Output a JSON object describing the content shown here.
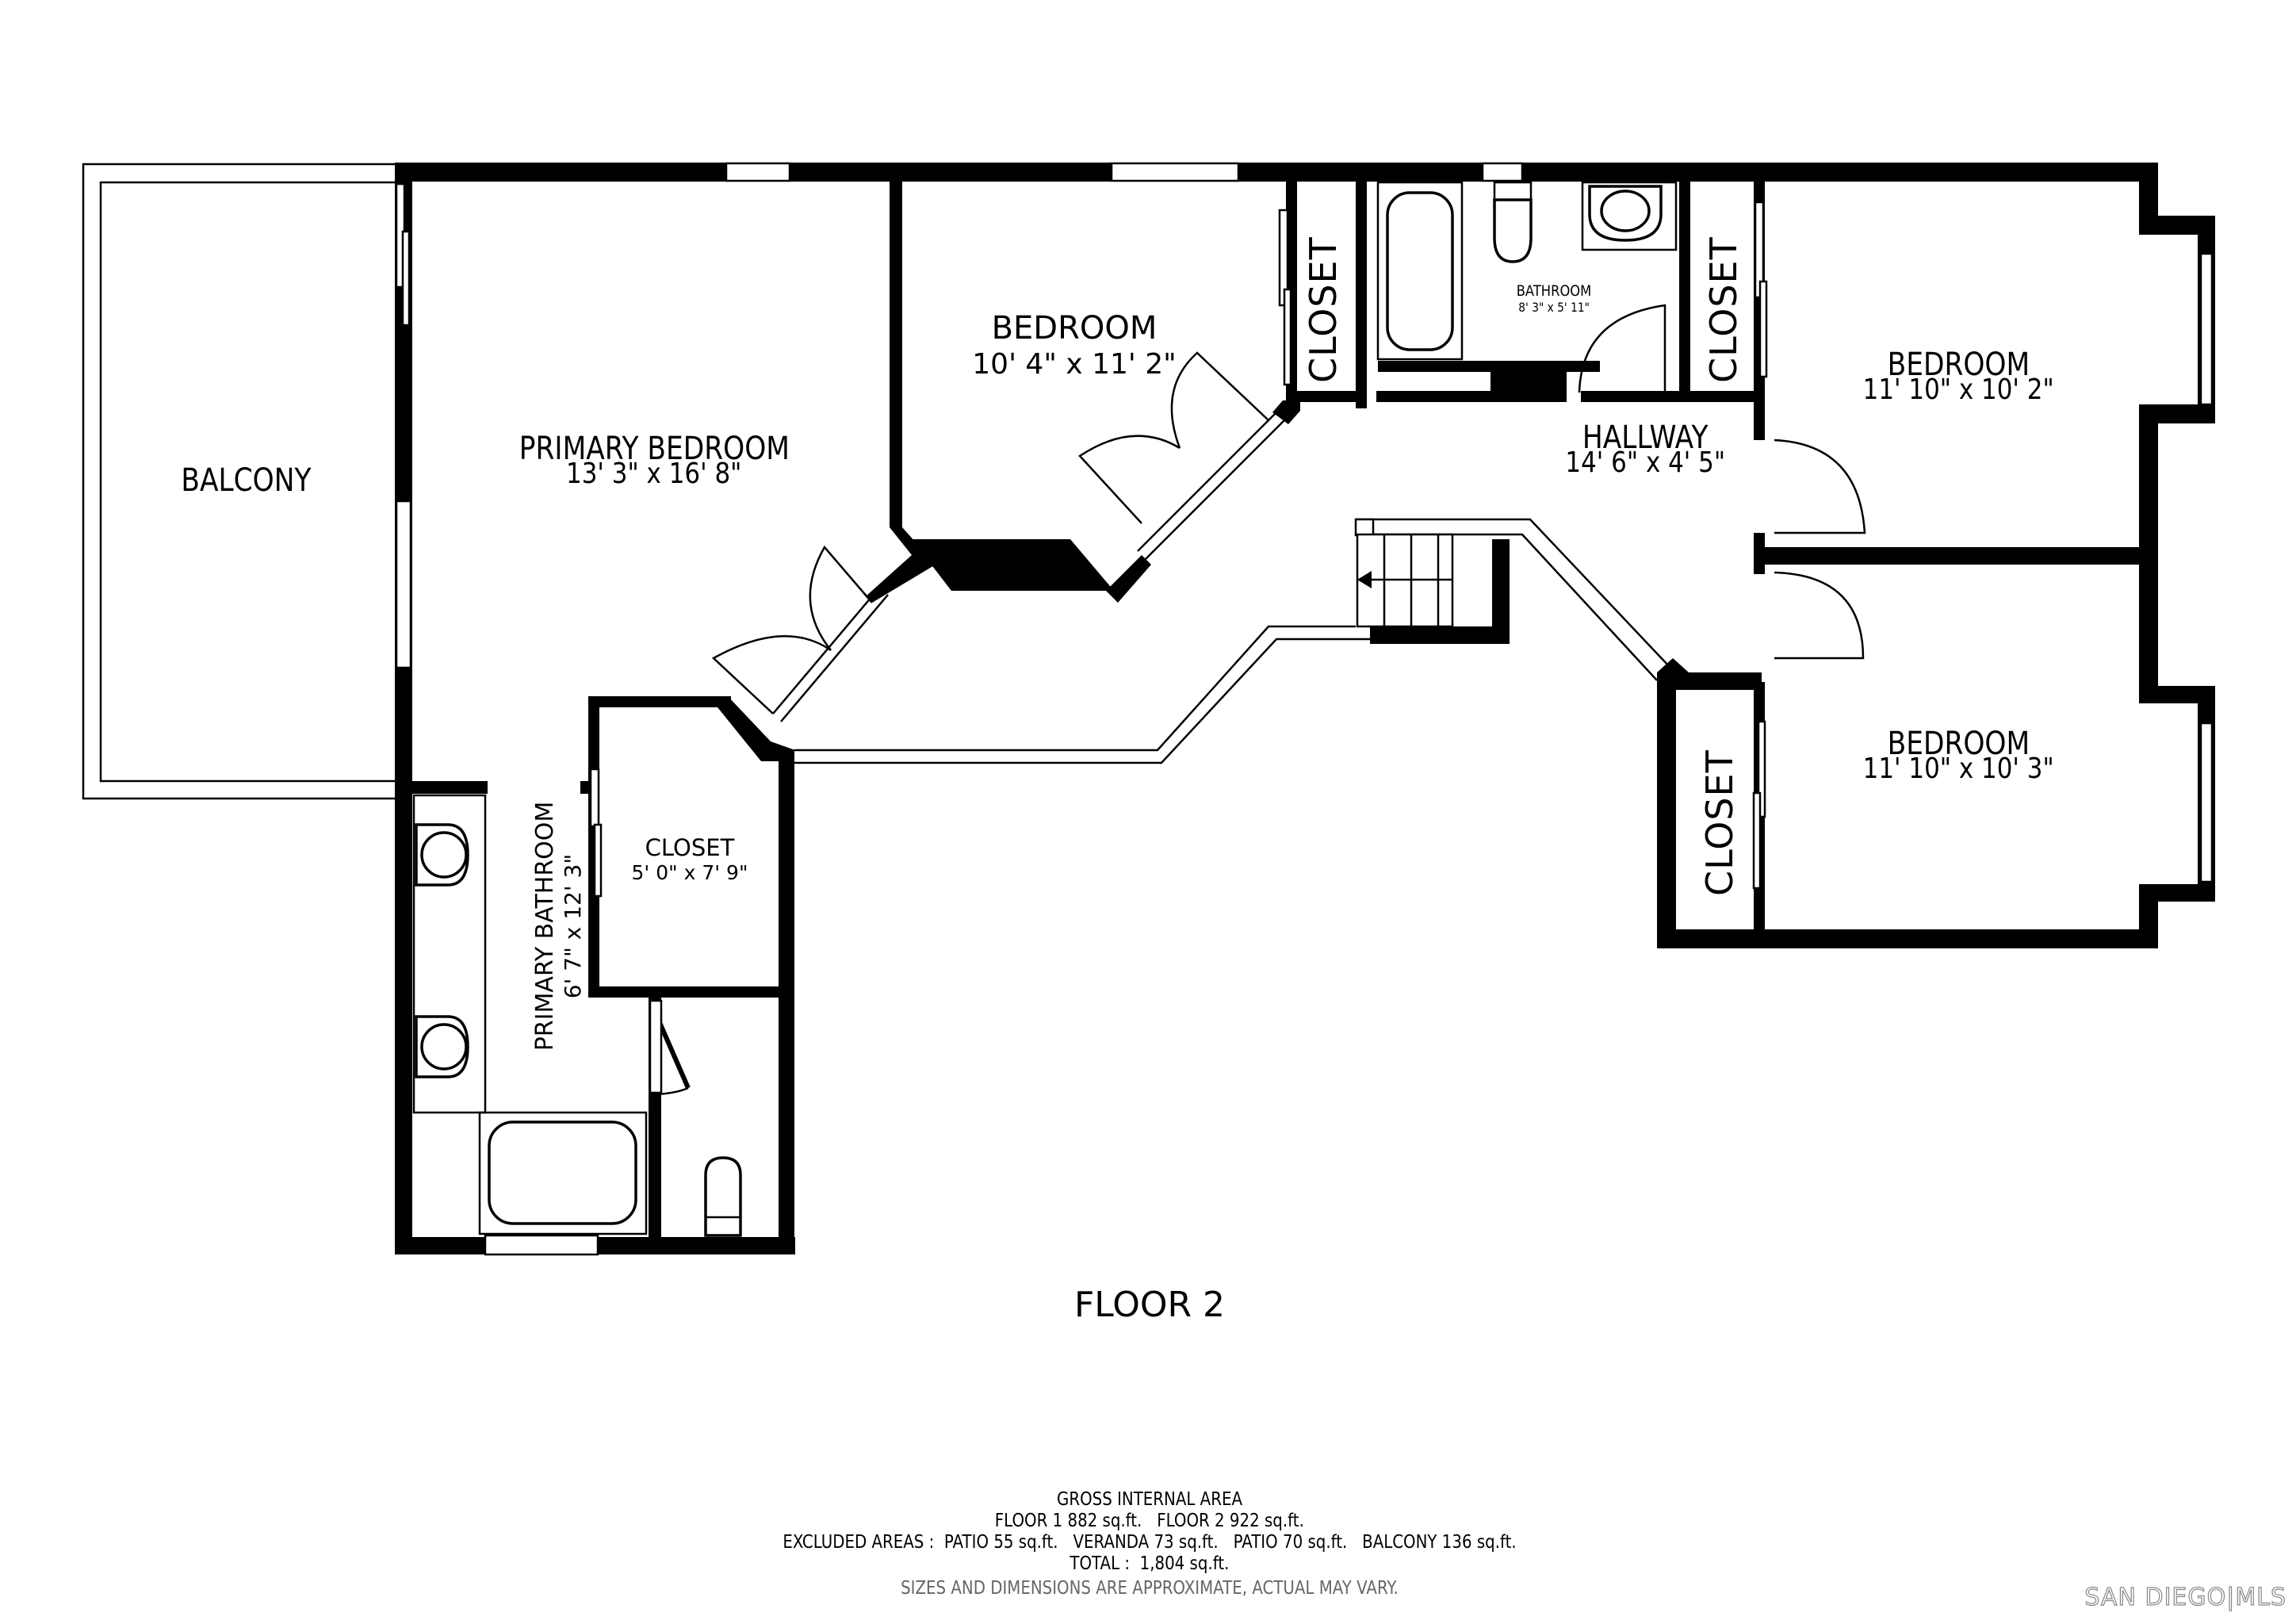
{
  "floor": {
    "title": "FLOOR 2"
  },
  "rooms": {
    "balcony": {
      "name": "BALCONY"
    },
    "primary_bedroom": {
      "name": "PRIMARY BEDROOM",
      "dims": "13' 3\" x 16' 8\""
    },
    "bedroom_1": {
      "name": "BEDROOM",
      "dims": "10' 4\" x 11' 2\""
    },
    "closet_a": {
      "name": "CLOSET"
    },
    "bathroom": {
      "name": "BATHROOM",
      "dims": "8' 3\" x 5' 11\""
    },
    "closet_b": {
      "name": "CLOSET"
    },
    "bedroom_2": {
      "name": "BEDROOM",
      "dims": "11' 10\" x 10' 2\""
    },
    "hallway": {
      "name": "HALLWAY",
      "dims": "14' 6\" x 4' 5\""
    },
    "bedroom_3": {
      "name": "BEDROOM",
      "dims": "11' 10\" x 10' 3\""
    },
    "closet_c": {
      "name": "CLOSET"
    },
    "primary_bathroom": {
      "name": "PRIMARY BATHROOM",
      "dims": "6' 7\" x 12' 3\""
    },
    "primary_closet": {
      "name": "CLOSET",
      "dims": "5' 0\" x 7' 9\""
    }
  },
  "summary": {
    "heading": "GROSS INTERNAL AREA",
    "floors_line": "FLOOR 1 882 sq.ft.   FLOOR 2 922 sq.ft.",
    "excluded_line": "EXCLUDED AREAS :  PATIO 55 sq.ft.   VERANDA 73 sq.ft.   PATIO 70 sq.ft.   BALCONY 136 sq.ft.",
    "total_line": "TOTAL :  1,804 sq.ft.",
    "disclaimer": "SIZES AND DIMENSIONS ARE APPROXIMATE, ACTUAL MAY VARY."
  },
  "area_figures": {
    "floor_1_sqft": 882,
    "floor_2_sqft": 922,
    "excluded": [
      {
        "name": "PATIO",
        "sqft": 55
      },
      {
        "name": "VERANDA",
        "sqft": 73
      },
      {
        "name": "PATIO",
        "sqft": 70
      },
      {
        "name": "BALCONY",
        "sqft": 136
      }
    ],
    "total_sqft": "1,804"
  },
  "branding": {
    "logo_text": "SAN DIEGO|MLS",
    "logo_color": "#888888"
  }
}
